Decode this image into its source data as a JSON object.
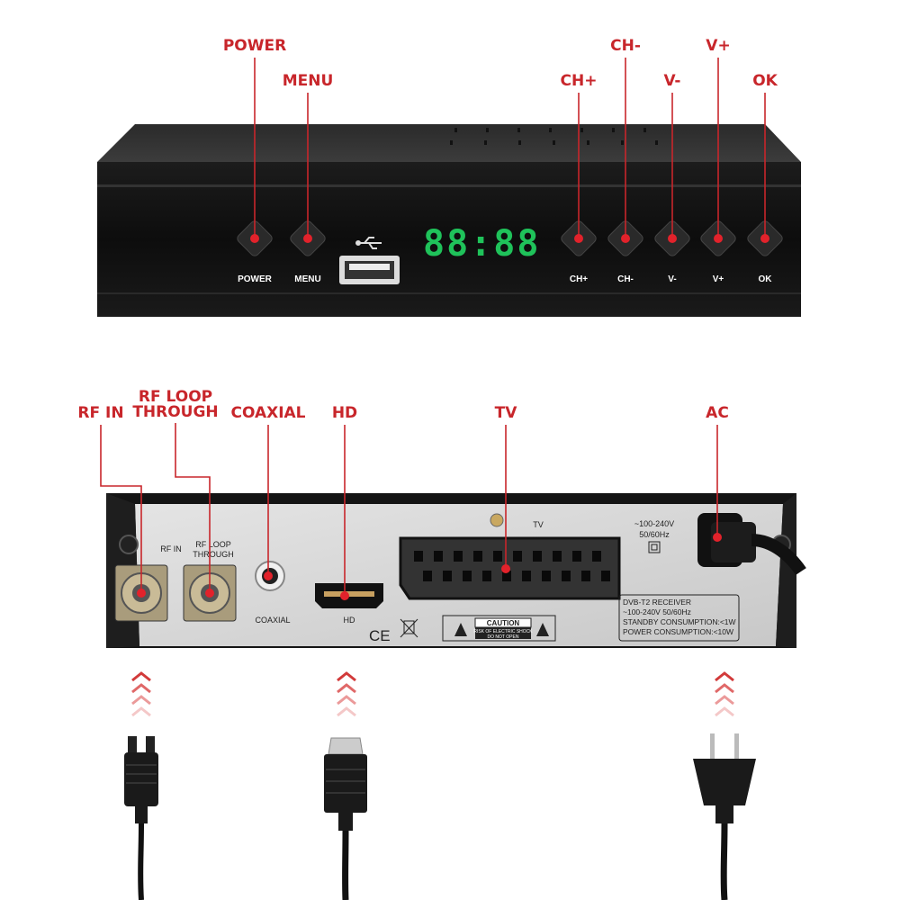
{
  "front_panel": {
    "callouts": [
      "POWER",
      "MENU",
      "CH+",
      "CH-",
      "V-",
      "V+",
      "OK"
    ],
    "button_labels": [
      "POWER",
      "MENU",
      "CH+",
      "CH-",
      "V-",
      "V+",
      "OK"
    ],
    "display": "88:88",
    "display_color": "#1fc25a",
    "usb_icon": "usb-icon"
  },
  "back_panel": {
    "callouts": {
      "rf_in": "RF IN",
      "rf_loop_1": "RF LOOP",
      "rf_loop_2": "THROUGH",
      "coaxial": "COAXIAL",
      "hd": "HD",
      "tv": "TV",
      "ac": "AC"
    },
    "printed": {
      "rf_in": "RF IN",
      "rf_loop_1": "RF LOOP",
      "rf_loop_2": "THROUGH",
      "coaxial": "COAXIAL",
      "hd": "HD",
      "tv": "TV",
      "voltage": "~100-240V",
      "freq": "50/60Hz",
      "ce": "CE",
      "caution": "CAUTION",
      "caution_sub1": "RISK OF ELECTRIC SHOCK",
      "caution_sub2": "DO NOT OPEN",
      "spec_lines": [
        "DVB-T2 RECEIVER",
        "~100-240V 50/60Hz",
        "STANDBY CONSUMPTION:<1W",
        "POWER CONSUMPTION:<10W"
      ]
    }
  },
  "accent_color": "#c8262b",
  "cables": [
    "rf-coax-plug",
    "hdmi-plug",
    "eu-power-plug"
  ]
}
